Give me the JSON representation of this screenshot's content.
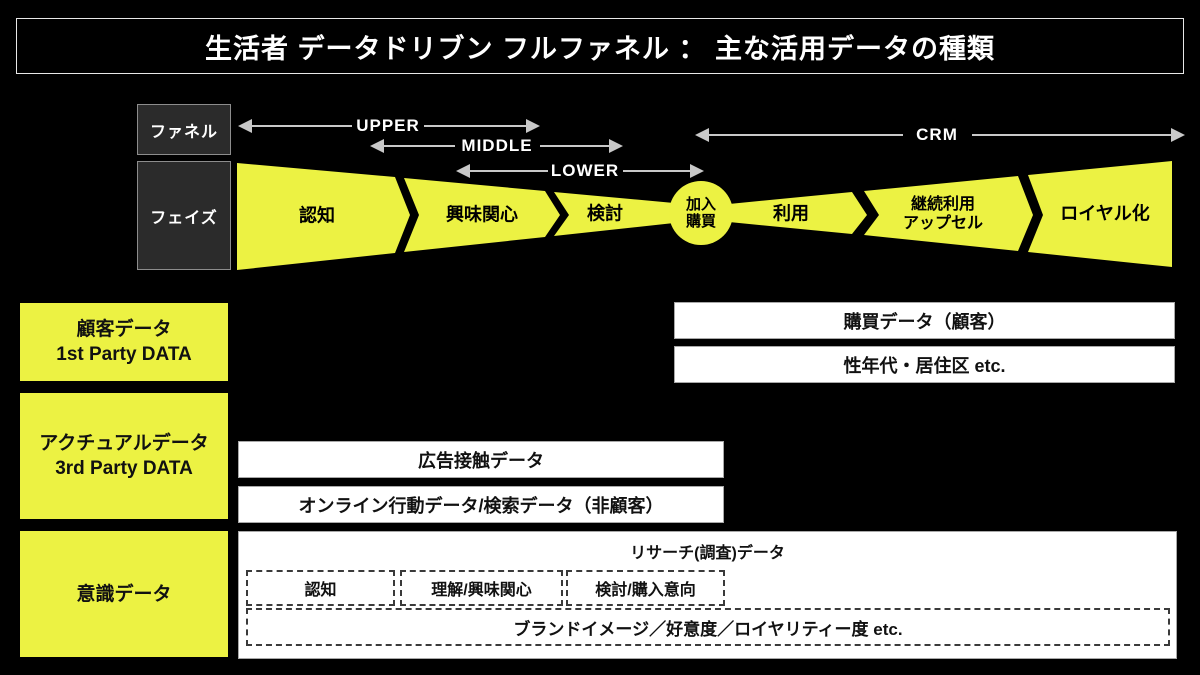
{
  "title": "生活者 データドリブン フルファネル ： 主な活用データの種類",
  "funnel": {
    "row_labels": {
      "funnel": "ファネル",
      "phase": "フェイズ"
    },
    "arrows": {
      "upper": "UPPER",
      "middle": "MIDDLE",
      "lower": "LOWER",
      "crm": "CRM"
    },
    "phases": {
      "awareness": "認知",
      "interest": "興味関心",
      "consideration": "検討",
      "purchase_line1": "加入",
      "purchase_line2": "購買",
      "usage": "利用",
      "retention_line1": "継続利用",
      "retention_line2": "アップセル",
      "loyalty": "ロイヤル化"
    }
  },
  "data_rows": {
    "customer": {
      "label_line1": "顧客データ",
      "label_line2": "1st Party DATA",
      "box1": "購買データ（顧客）",
      "box2": "性年代・居住区 etc."
    },
    "actual": {
      "label_line1": "アクチュアルデータ",
      "label_line2": "3rd Party DATA",
      "box1": "広告接触データ",
      "box2": "オンライン行動データ/検索データ（非顧客）"
    },
    "attitudinal": {
      "label": "意識データ",
      "research_header": "リサーチ(調査)データ",
      "item1": "認知",
      "item2": "理解/興味関心",
      "item3": "検討/購入意向",
      "wide_item": "ブランドイメージ／好意度／ロイヤリティー度 etc."
    }
  },
  "colors": {
    "background": "#000000",
    "accent_yellow": "#ecf243",
    "white_box": "#ffffff",
    "dark_label_box": "#2b2b2b",
    "arrow_gray": "#c8c8c8"
  }
}
